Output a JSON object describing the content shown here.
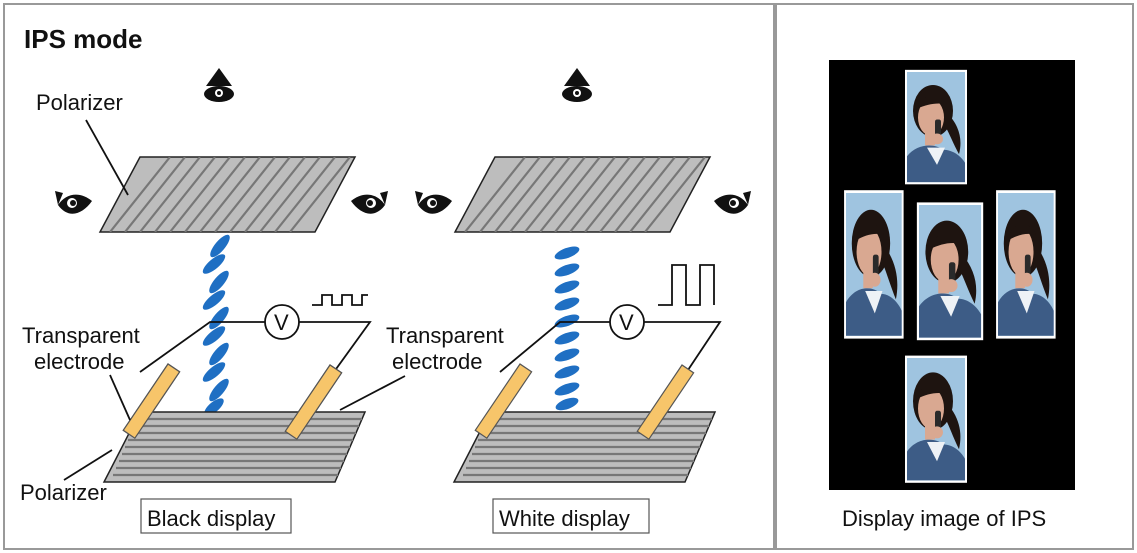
{
  "title": "IPS mode",
  "labels": {
    "polarizer_top": "Polarizer",
    "polarizer_bottom": "Polarizer",
    "transparent_electrode_left_line1": "Transparent",
    "transparent_electrode_left_line2": "electrode",
    "transparent_electrode_right_line1": "Transparent",
    "transparent_electrode_right_line2": "electrode",
    "voltmeter_left": "V",
    "voltmeter_right": "V"
  },
  "modes": {
    "black": "Black display",
    "white": "White display"
  },
  "caption": "Display image of IPS",
  "colors": {
    "liquid_crystal": "#1f6fc3",
    "electrode": "#f7c56a",
    "polarizer": "#bdbdbd",
    "border": "#999999"
  }
}
